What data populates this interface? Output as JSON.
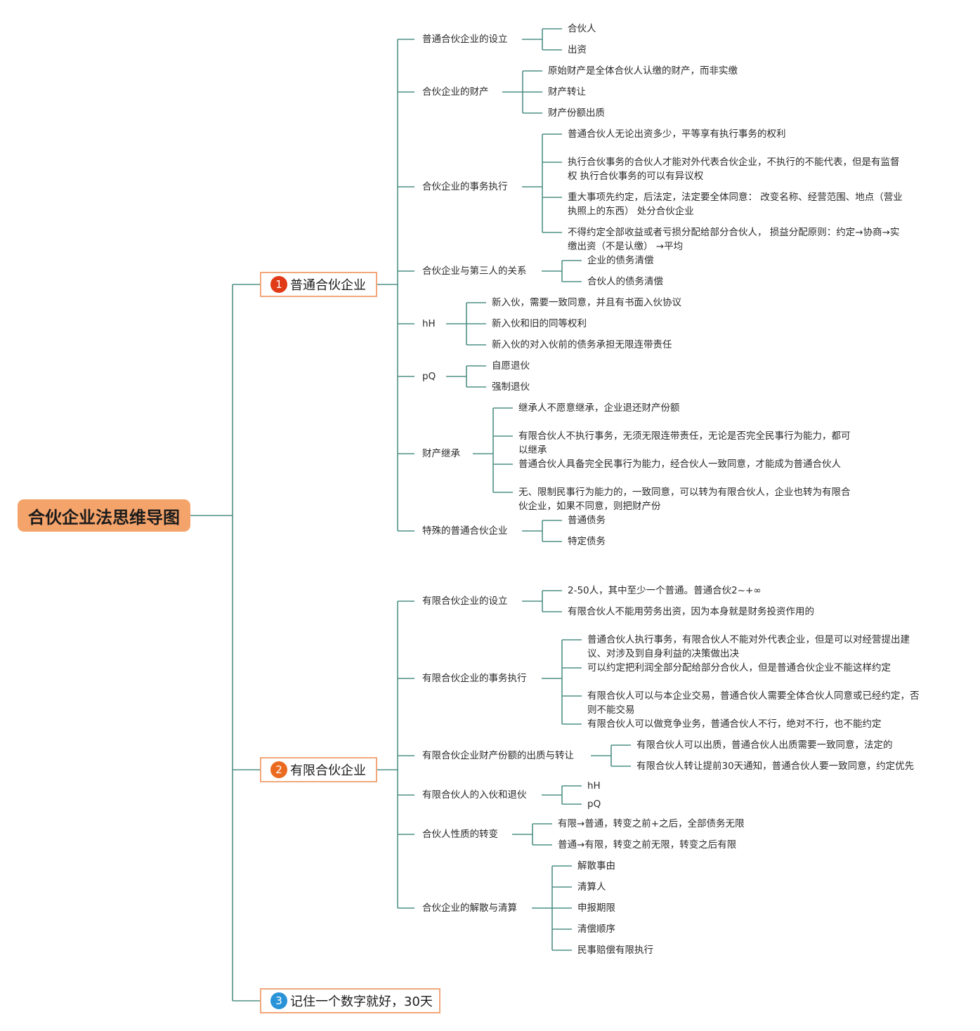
{
  "root": {
    "label": "合伙企业法思维导图"
  },
  "branches": [
    {
      "number": "1",
      "label": "普通合伙企业",
      "badge_color": "#e03a17",
      "topics": [
        {
          "label": "普通合伙企业的设立",
          "items": [
            "合伙人",
            "出资"
          ]
        },
        {
          "label": "合伙企业的财产",
          "items": [
            "原始财产是全体合伙人认缴的财产，而非实缴",
            "财产转让",
            "财产份额出质"
          ]
        },
        {
          "label": "合伙企业的事务执行",
          "items": [
            "普通合伙人无论出资多少，平等享有执行事务的权利",
            [
              "执行合伙事务的合伙人才能对外代表合伙企业，不执行的不能代表，但是有监督",
              "权 执行合伙事务的可以有异议权"
            ],
            [
              "重大事项先约定，后法定，法定要全体同意： 改变名称、经营范围、地点（营业",
              "执照上的东西） 处分合伙企业"
            ],
            [
              "不得约定全部收益或者亏损分配给部分合伙人， 损益分配原则：约定→协商→实",
              "缴出资（不是认缴） →平均"
            ]
          ]
        },
        {
          "label": "合伙企业与第三人的关系",
          "items": [
            "企业的债务清偿",
            "合伙人的债务清偿"
          ]
        },
        {
          "label": "hH",
          "items": [
            "新入伙，需要一致同意，并且有书面入伙协议",
            "新入伙和旧的同等权利",
            "新入伙的对入伙前的债务承担无限连带责任"
          ]
        },
        {
          "label": "pQ",
          "items": [
            "自愿退伙",
            "强制退伙"
          ]
        },
        {
          "label": "财产继承",
          "items": [
            "继承人不愿意继承，企业退还财产份额",
            [
              "有限合伙人不执行事务，无须无限连带责任，无论是否完全民事行为能力，都可",
              "以继承"
            ],
            "普通合伙人具备完全民事行为能力，经合伙人一致同意，才能成为普通合伙人",
            [
              "无、限制民事行为能力的，一致同意，可以转为有限合伙人，企业也转为有限合",
              "伙企业，如果不同意，则把财产份"
            ]
          ]
        },
        {
          "label": "特殊的普通合伙企业",
          "items": [
            "普通债务",
            "特定债务"
          ]
        }
      ]
    },
    {
      "number": "2",
      "label": "有限合伙企业",
      "badge_color": "#ea6a1f",
      "topics": [
        {
          "label": "有限合伙企业的设立",
          "items": [
            "2-50人，其中至少一个普通。普通合伙2~+∞",
            "有限合伙人不能用劳务出资，因为本身就是财务投资作用的"
          ]
        },
        {
          "label": "有限合伙企业的事务执行",
          "items": [
            [
              "普通合伙人执行事务，有限合伙人不能对外代表企业，但是可以对经营提出建",
              "议、对涉及到自身利益的决策做出决"
            ],
            "可以约定把利润全部分配给部分合伙人，但是普通合伙企业不能这样约定",
            [
              "有限合伙人可以与本企业交易，普通合伙人需要全体合伙人同意或已经约定，否",
              "则不能交易"
            ],
            "有限合伙人可以做竞争业务，普通合伙人不行，绝对不行，也不能约定"
          ]
        },
        {
          "label": "有限合伙企业财产份额的出质与转让",
          "items": [
            "有限合伙人可以出质，普通合伙人出质需要一致同意，法定的",
            "有限合伙人转让提前30天通知，普通合伙人要一致同意，约定优先"
          ]
        },
        {
          "label": "有限合伙人的入伙和退伙",
          "items": [
            "hH",
            "pQ"
          ]
        },
        {
          "label": "合伙人性质的转变",
          "items": [
            "有限→普通，转变之前+之后，全部债务无限",
            "普通→有限，转变之前无限，转变之后有限"
          ]
        },
        {
          "label": "合伙企业的解散与清算",
          "items": [
            "解散事由",
            "清算人",
            "申报期限",
            "清偿顺序",
            "民事赔偿有限执行"
          ]
        }
      ]
    },
    {
      "number": "3",
      "label": "记住一个数字就好，30天",
      "badge_color": "#2a93d8",
      "topics": []
    }
  ],
  "colors": {
    "line": "#4f8f86",
    "branch_border": "#f2a77a",
    "root_fill": "#f4a36a"
  }
}
